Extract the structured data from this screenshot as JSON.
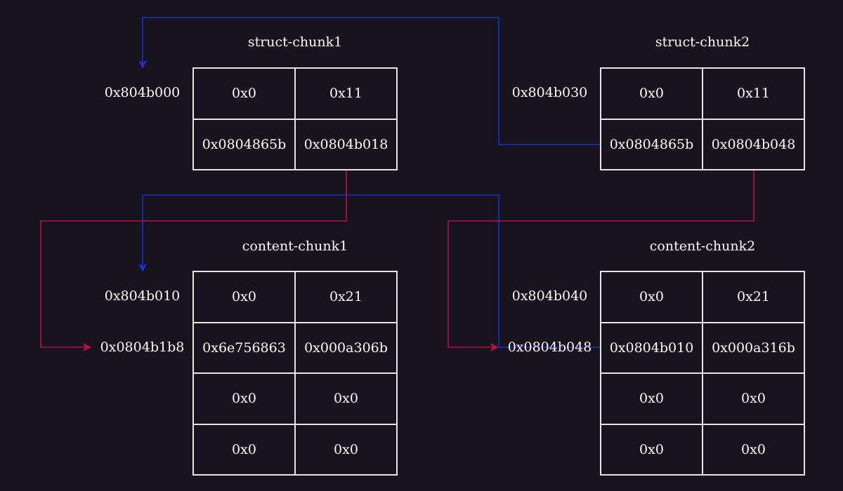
{
  "struct_chunk1": {
    "title": "struct-chunk1",
    "address": "0x804b000",
    "cells": [
      "0x0",
      "0x11",
      "0x0804865b",
      "0x0804b018"
    ]
  },
  "struct_chunk2": {
    "title": "struct-chunk2",
    "address": "0x804b030",
    "cells": [
      "0x0",
      "0x11",
      "0x0804865b",
      "0x0804b048"
    ]
  },
  "content_chunk1": {
    "title": "content-chunk1",
    "addresses": [
      "0x804b010",
      "0x0804b1b8"
    ],
    "cells": [
      "0x0",
      "0x21",
      "0x6e756863",
      "0x000a306b",
      "0x0",
      "0x0",
      "0x0",
      "0x0"
    ]
  },
  "content_chunk2": {
    "title": "content-chunk2",
    "addresses": [
      "0x804b040",
      "0x0804b048"
    ],
    "cells": [
      "0x0",
      "0x21",
      "0x0804b010",
      "0x000a316b",
      "0x0",
      "0x0",
      "0x0",
      "0x0"
    ]
  },
  "colors": {
    "background": "#18141d",
    "pointer_blue": "#1a2fd6",
    "pointer_red": "#b5104e",
    "border": "#e6e6e6"
  }
}
